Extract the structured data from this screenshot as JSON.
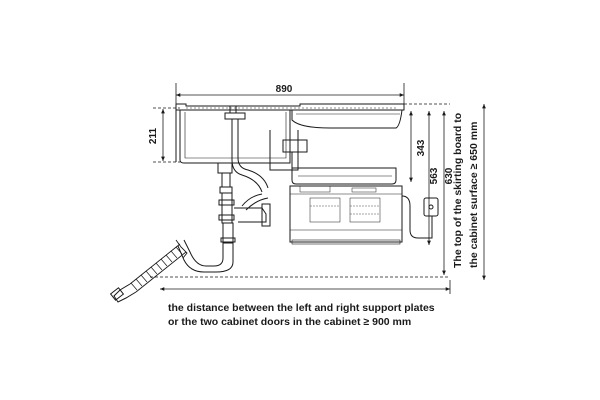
{
  "dimensions": {
    "sink_width": "890",
    "bowl_depth": "211",
    "height_343": "343",
    "height_563": "563",
    "height_630": "630"
  },
  "notes": {
    "skirting_line1": "The top of the skirting board to",
    "skirting_line2": "the cabinet surface ≥ 650 mm",
    "support_line1": "the distance between the left and right support plates",
    "support_line2": "or the two cabinet doors in the cabinet ≥ 900 mm"
  }
}
